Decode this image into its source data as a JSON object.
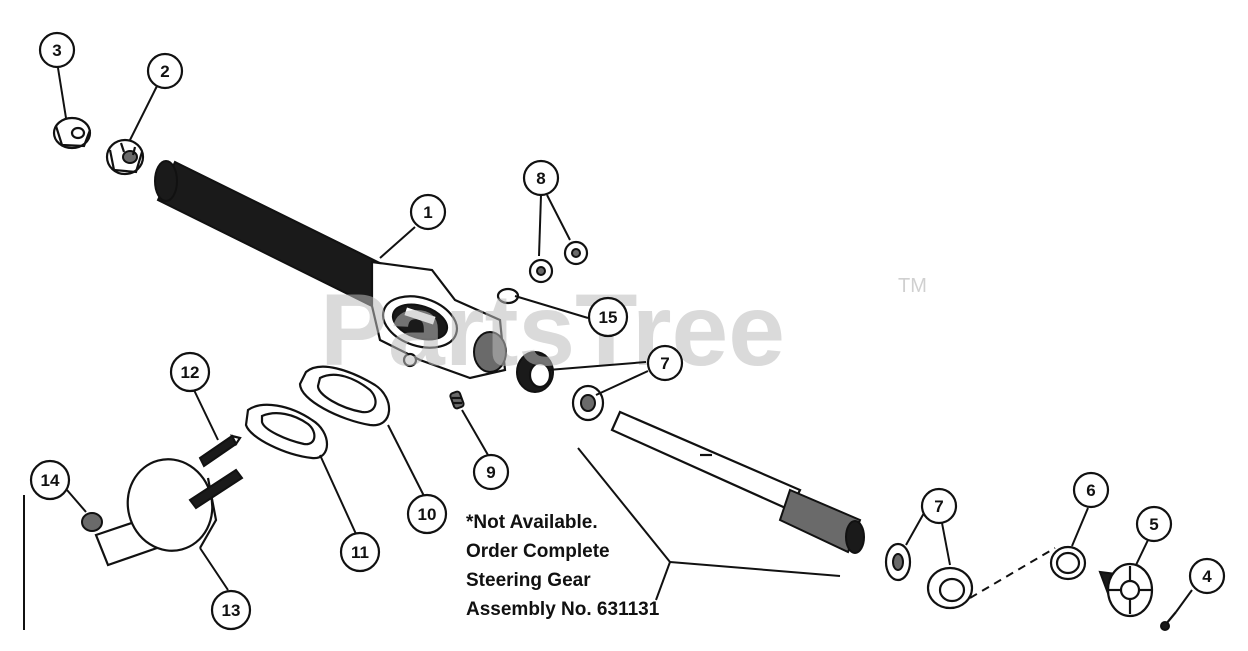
{
  "watermark": {
    "text": "PartsTree",
    "trademark": "TM"
  },
  "callouts": {
    "c1": "1",
    "c2": "2",
    "c3": "3",
    "c4": "4",
    "c5": "5",
    "c6": "6",
    "c7a": "7",
    "c7b": "7",
    "c8": "8",
    "c9": "9",
    "c10": "10",
    "c11": "11",
    "c12": "12",
    "c13": "13",
    "c14": "14",
    "c15": "15"
  },
  "note": {
    "line1": "*Not Available.",
    "line2": "Order Complete",
    "line3": "Steering Gear",
    "line4": "Assembly No.  631131"
  }
}
